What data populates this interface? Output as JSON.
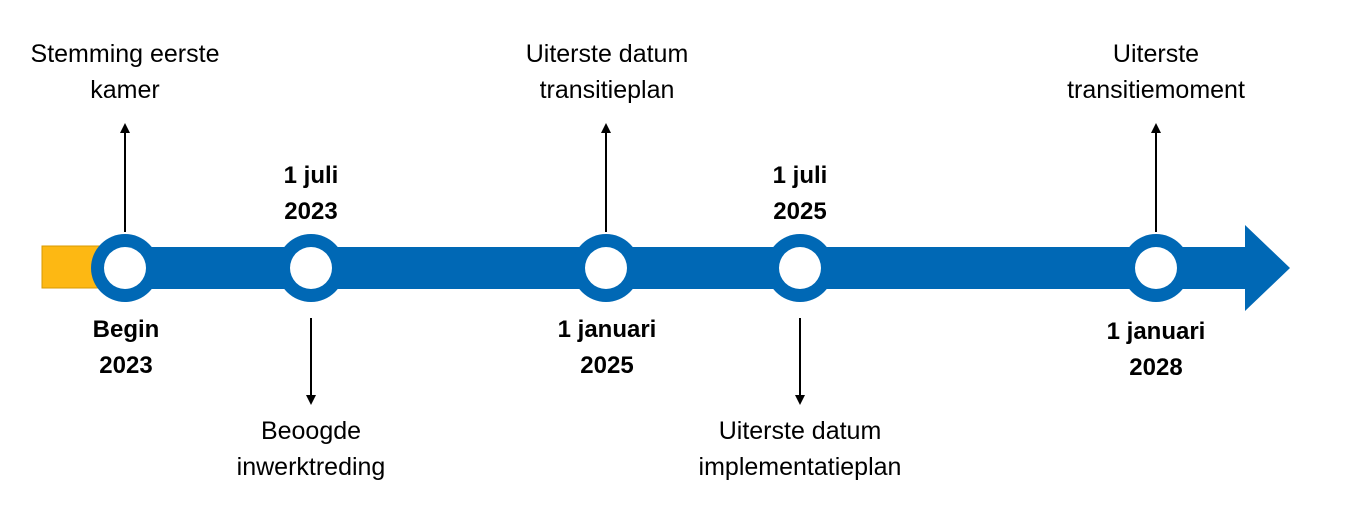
{
  "colors": {
    "timeline_bar": "#0068B5",
    "lead_segment": "#FDB813",
    "lead_segment_border": "#D89A00",
    "milestone_fill": "#ffffff",
    "text": "#000000",
    "arrow": "#000000"
  },
  "milestones": [
    {
      "id": "begin-2023",
      "date_lines": [
        "Begin",
        "2023"
      ],
      "event_lines": [
        "Stemming eerste",
        "kamer"
      ],
      "event_side": "above"
    },
    {
      "id": "1-juli-2023",
      "date_lines": [
        "1 juli",
        "2023"
      ],
      "event_lines": [
        "Beoogde",
        "inwerktreding"
      ],
      "event_side": "below"
    },
    {
      "id": "1-januari-2025",
      "date_lines": [
        "1 januari",
        "2025"
      ],
      "event_lines": [
        "Uiterste datum",
        "transitieplan"
      ],
      "event_side": "above"
    },
    {
      "id": "1-juli-2025",
      "date_lines": [
        "1 juli",
        "2025"
      ],
      "event_lines": [
        "Uiterste datum",
        "implementatieplan"
      ],
      "event_side": "below"
    },
    {
      "id": "1-januari-2028",
      "date_lines": [
        "1 januari",
        "2028"
      ],
      "event_lines": [
        "Uiterste",
        "transitiemoment"
      ],
      "event_side": "above"
    }
  ]
}
